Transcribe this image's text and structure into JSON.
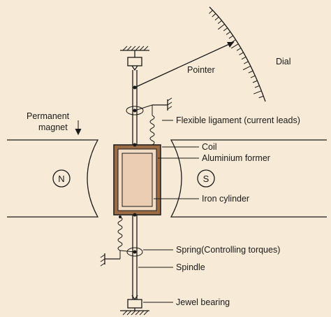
{
  "labels": {
    "pointer": "Pointer",
    "dial": "Dial",
    "permanent_magnet_line1": "Permanent",
    "permanent_magnet_line2": "magnet",
    "flexible_ligament": "Flexible ligament (current leads)",
    "coil": "Coil",
    "aluminium_former": "Aluminium former",
    "iron_cylinder": "Iron cylinder",
    "spring": "Spring(Controlling torques)",
    "spindle": "Spindle",
    "jewel_bearing": "Jewel bearing",
    "north_pole": "N",
    "south_pole": "S"
  },
  "colors": {
    "background": "#f7ead6",
    "coil": "#9a6b44",
    "iron_cylinder": "#ebcdb4",
    "line": "#1a1a1a"
  }
}
